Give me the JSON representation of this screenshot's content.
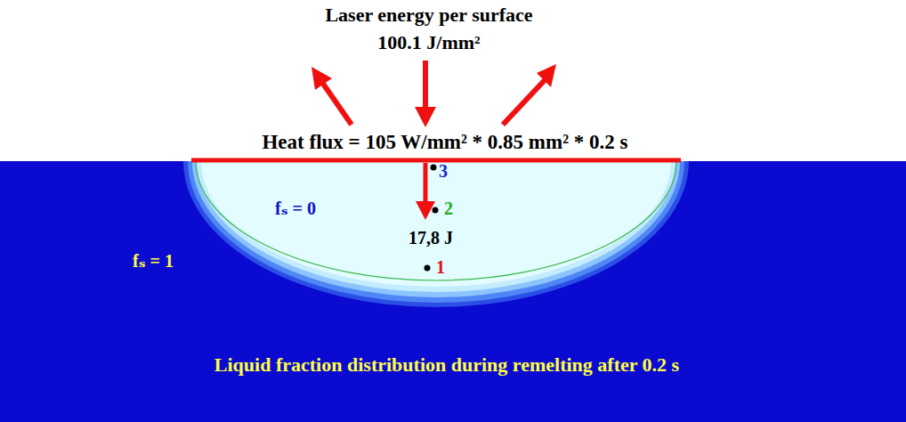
{
  "diagram": {
    "labels": [
      "Laser energy per surface",
      "100.1 J/mm²",
      "Heat flux = 105 W/mm² * 0.85 mm² * 0.2 s",
      "3",
      "2",
      "17,8 J",
      "1",
      "fₛ = 0",
      "fₛ = 1",
      "Liquid fraction distribution during remelting after 0.2 s"
    ]
  }
}
